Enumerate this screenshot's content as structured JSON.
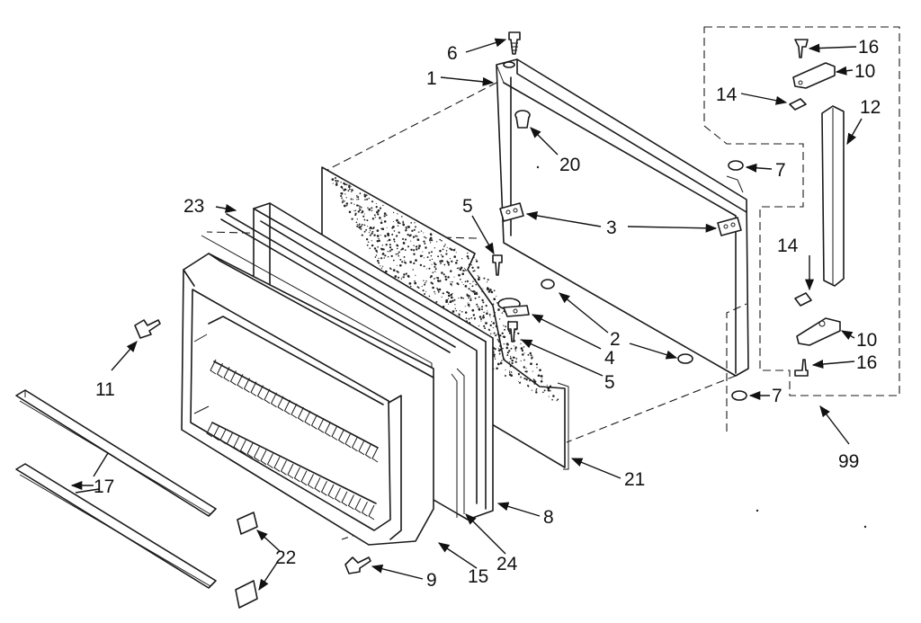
{
  "callouts": [
    {
      "id": "c1",
      "text": "1"
    },
    {
      "id": "c6",
      "text": "6"
    },
    {
      "id": "c20",
      "text": "20"
    },
    {
      "id": "c5a",
      "text": "5"
    },
    {
      "id": "c3",
      "text": "3"
    },
    {
      "id": "c2",
      "text": "2"
    },
    {
      "id": "c4",
      "text": "4"
    },
    {
      "id": "c5b",
      "text": "5"
    },
    {
      "id": "c16a",
      "text": "16"
    },
    {
      "id": "c10a",
      "text": "10"
    },
    {
      "id": "c14a",
      "text": "14"
    },
    {
      "id": "c12",
      "text": "12"
    },
    {
      "id": "c7a",
      "text": "7"
    },
    {
      "id": "c14b",
      "text": "14"
    },
    {
      "id": "c10b",
      "text": "10"
    },
    {
      "id": "c16b",
      "text": "16"
    },
    {
      "id": "c7b",
      "text": "7"
    },
    {
      "id": "c99",
      "text": "99"
    },
    {
      "id": "c21",
      "text": "21"
    },
    {
      "id": "c8",
      "text": "8"
    },
    {
      "id": "c24",
      "text": "24"
    },
    {
      "id": "c15",
      "text": "15"
    },
    {
      "id": "c9",
      "text": "9"
    },
    {
      "id": "c22",
      "text": "22"
    },
    {
      "id": "c17",
      "text": "17"
    },
    {
      "id": "c11",
      "text": "11"
    },
    {
      "id": "c23",
      "text": "23"
    }
  ]
}
